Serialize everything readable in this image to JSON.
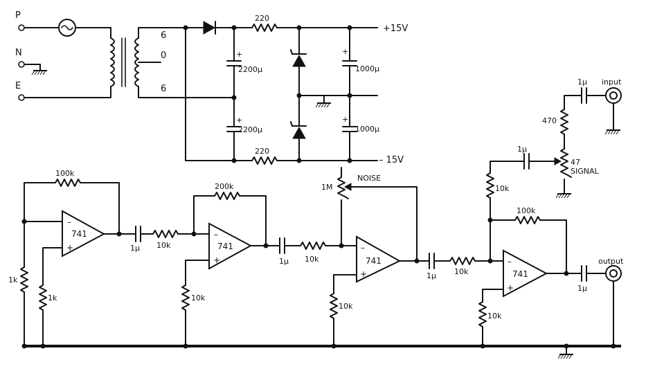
{
  "mains": {
    "p": "P",
    "n": "N",
    "e": "E"
  },
  "transformer": {
    "tap_top": "6",
    "tap_mid": "0",
    "tap_bot": "6"
  },
  "psu": {
    "res_top": "220",
    "res_bot": "220",
    "cap_top": "2200µ",
    "cap_bot": "2200µ",
    "cap_out_top": "1000µ",
    "cap_out_bot": "1000µ",
    "rail_pos": "+15V",
    "rail_neg": "– 15V",
    "plus": "+"
  },
  "stage1": {
    "feedback": "100k",
    "r_ground_left": "1k",
    "r_plus": "1k",
    "op": "741",
    "cap": "1µ",
    "series_r": "10k",
    "minus": "–",
    "plus": "+"
  },
  "stage2": {
    "feedback": "200k",
    "r_plus": "10k",
    "op": "741",
    "cap": "1µ",
    "series_r": "10k",
    "minus": "–",
    "plus": "+"
  },
  "stage3": {
    "pot": "1M",
    "pot_label": "NOISE",
    "r_plus": "10k",
    "op": "741",
    "cap": "1µ",
    "series_r": "10k",
    "minus": "–",
    "plus": "+"
  },
  "stage4": {
    "r_sig": "10k",
    "cap_sig": "1µ",
    "pot": "47",
    "pot_label": "SIGNAL",
    "r_in": "470",
    "cap_in": "1µ",
    "input": "input",
    "feedback": "100k",
    "r_plus": "10k",
    "op": "741",
    "cap_out": "1µ",
    "output": "output",
    "minus": "–",
    "plus": "+"
  }
}
